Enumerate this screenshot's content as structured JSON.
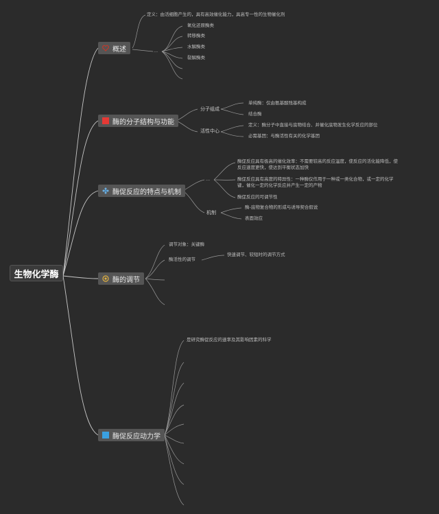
{
  "root": {
    "label": "生物化学酶"
  },
  "branches": {
    "b1": {
      "label": "概述",
      "color": "#c0392b"
    },
    "b2": {
      "label": "酶的分子结构与功能",
      "color": "#e53935"
    },
    "b3": {
      "label": "酶促反应的特点与机制",
      "color": "#4a90c8"
    },
    "b4": {
      "label": "酶的调节",
      "color": "#e0b040"
    },
    "b5": {
      "label": "酶促反应动力学",
      "color": "#3aa0e0"
    }
  },
  "b1": {
    "definition": "定义：由活细胞产生的，具有高效催化能力，具高专一性的生物催化剂",
    "group_label": "...",
    "items": [
      "氧化还原酶类",
      "转移酶类",
      "水解酶类",
      "裂解酶类"
    ]
  },
  "b2": {
    "structure_label": "分子组成",
    "structure_items": [
      "单纯酶：仅由氨基酸残基构成",
      "结合酶"
    ],
    "active_label": "活性中心",
    "active_items": [
      "定义：酶分子中直接与底物结合、并催化底物发生化学反应的部位",
      "必需基团：与酶活性有关的化学基团"
    ]
  },
  "b3": {
    "group_label": "...",
    "p1": "酶促反应具有极高的催化效率：不需要较高的反应温度，使反应的活化能降低，使反应速度更快，使达到平衡状态加快",
    "p2": "酶促反应具有高度的特异性：一种酶仅作用于一种或一类化合物，或一定的化学键，催化一定的化学反应并产生一定的产物",
    "p3": "酶促反应的可调节性",
    "mech_label": "机制",
    "mech_items": [
      "酶-底物复合物的形成与诱导契合假说",
      "表面效应"
    ]
  },
  "b4": {
    "items": [
      "调节对象：关键酶",
      "酶活性的调节"
    ],
    "sub_items": [
      "快速调节、较短时的调节方式"
    ]
  },
  "b5": {
    "definition": "是研究酶促反应的速率及其影响因素的科学"
  }
}
